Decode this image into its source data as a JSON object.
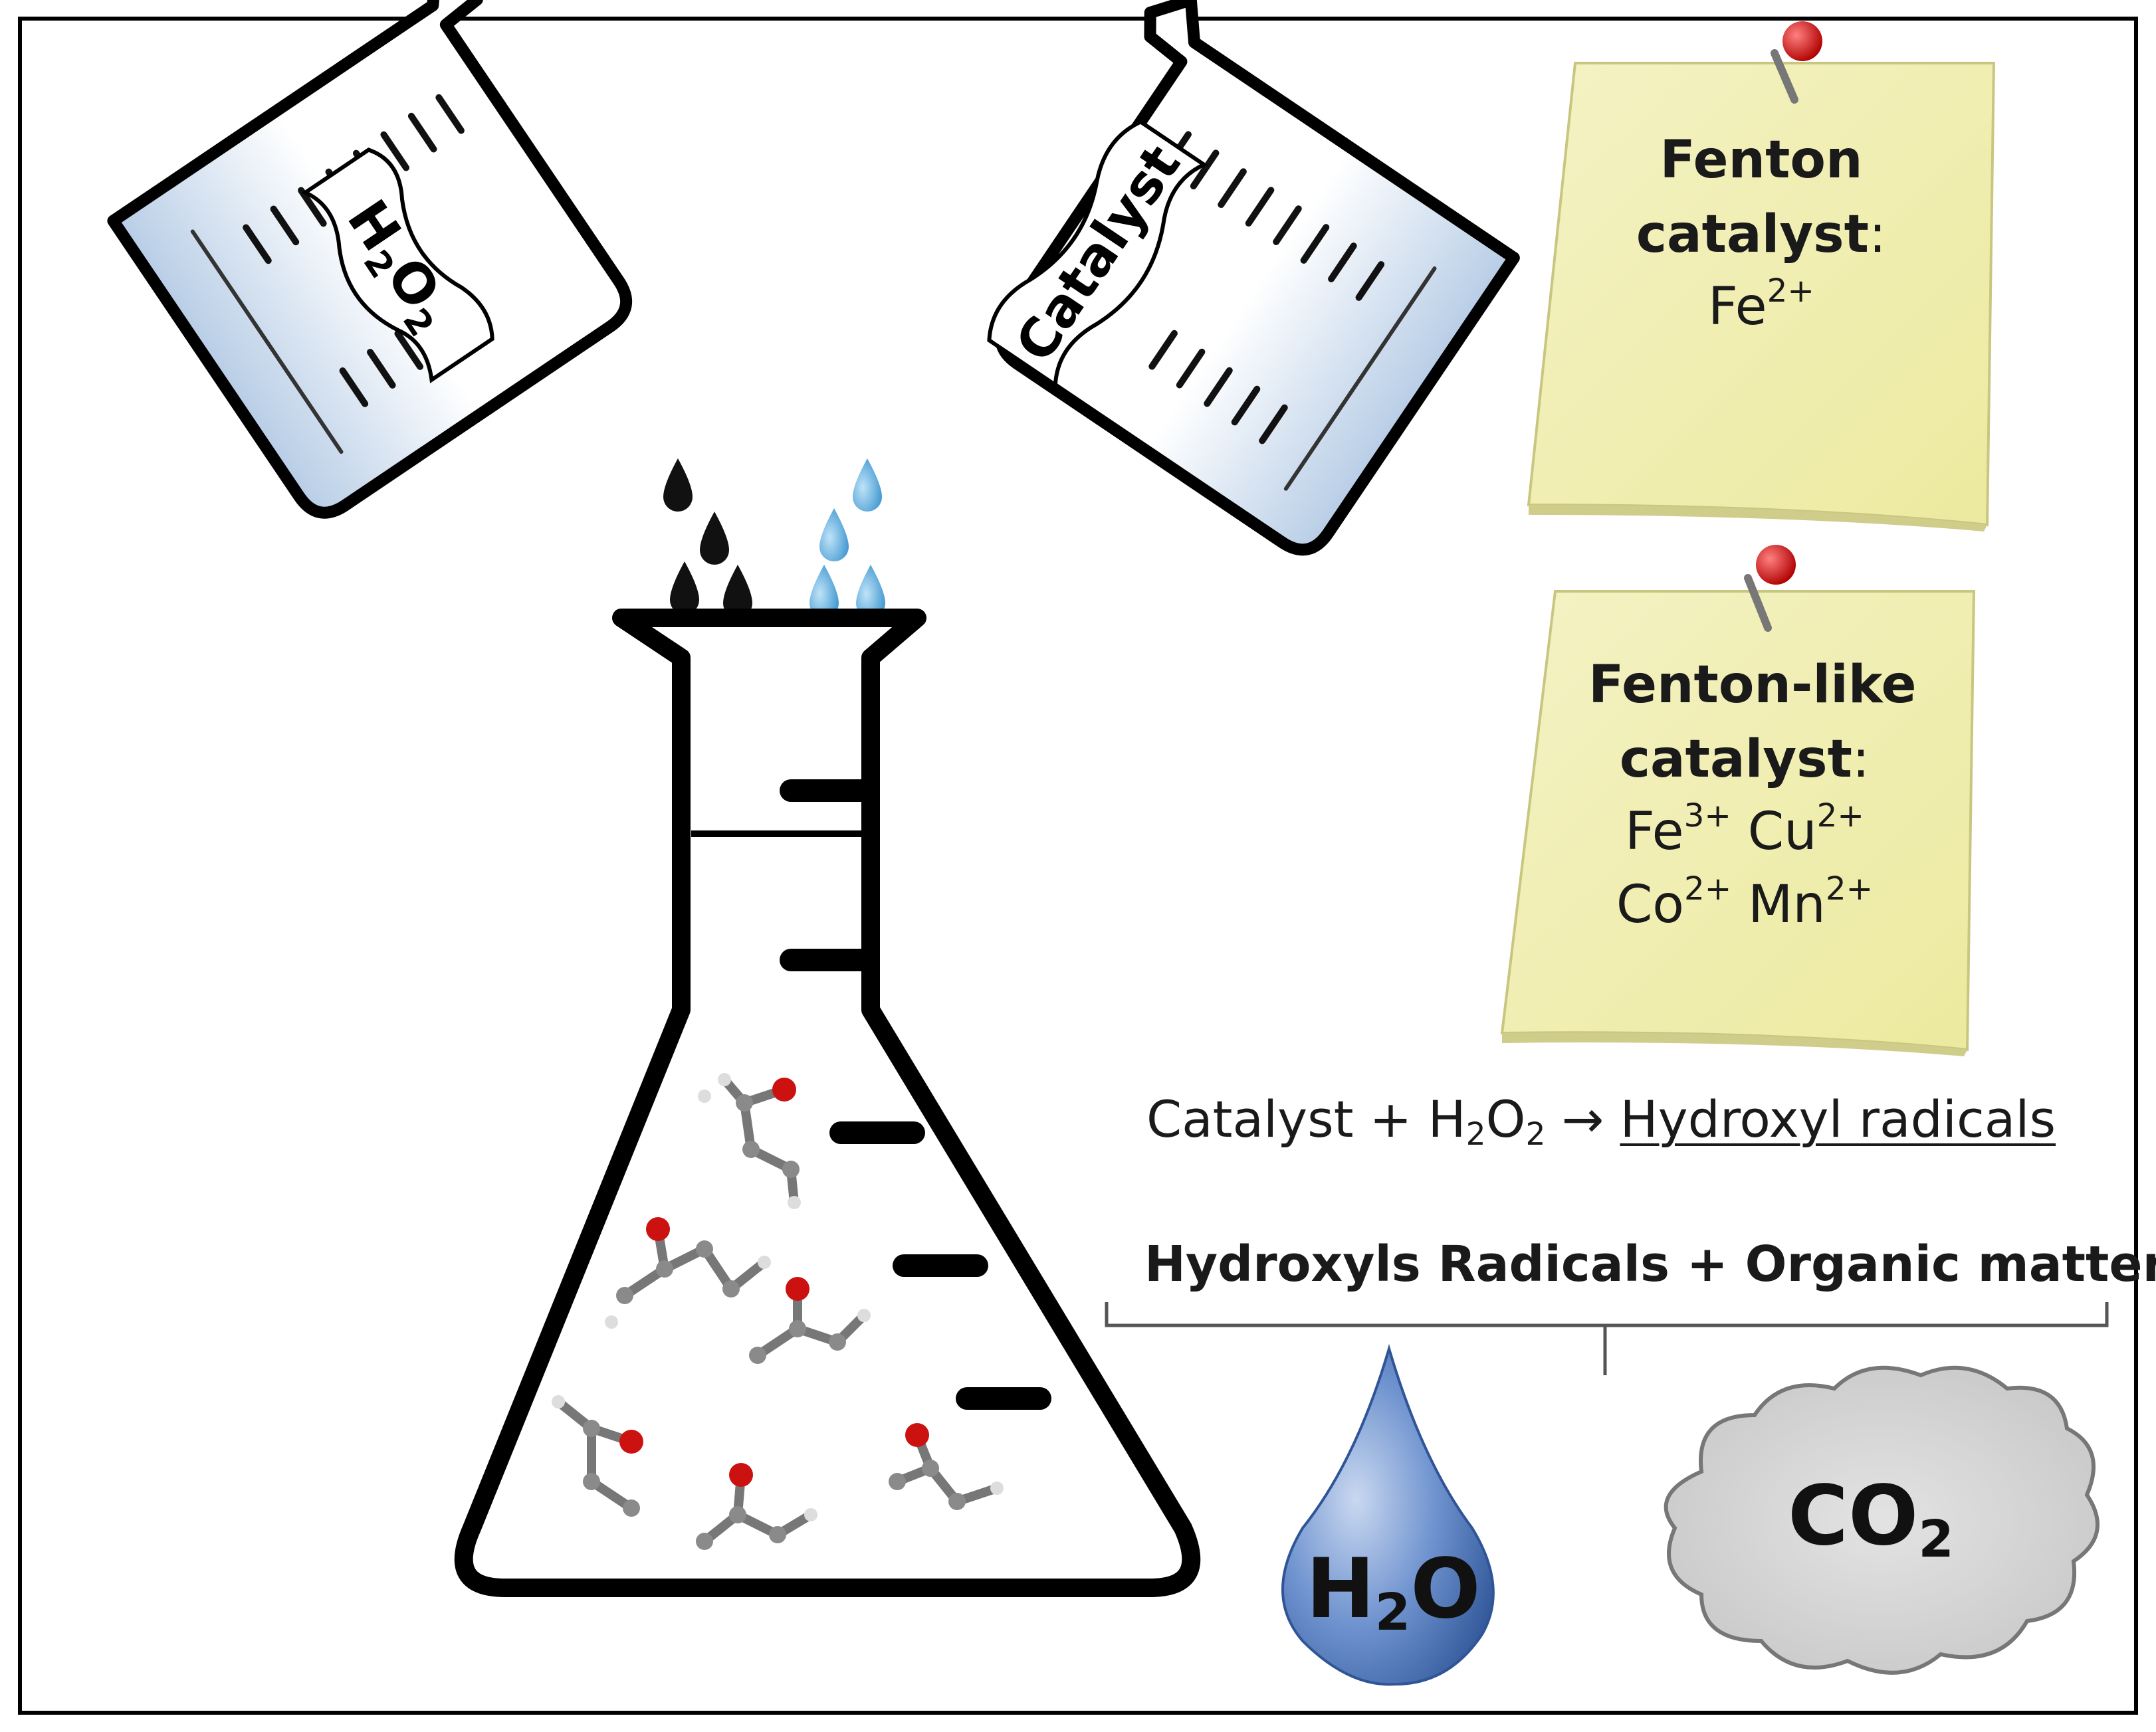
{
  "beaker_left": {
    "label_main": "H",
    "label_sub1": "2",
    "label_mid": "O",
    "label_sub2": "2"
  },
  "beaker_right": {
    "label": "Catalyst"
  },
  "note_fenton": {
    "title_line1": "Fenton",
    "title_line2": "catalyst",
    "colon": ":",
    "ion": "Fe",
    "ion_charge": "2+"
  },
  "note_fenton_like": {
    "title_line1": "Fenton-like",
    "title_line2": "catalyst",
    "colon": ":",
    "ions_row1": [
      {
        "symbol": "Fe",
        "charge": "3+"
      },
      {
        "symbol": "Cu",
        "charge": "2+"
      }
    ],
    "ions_row2": [
      {
        "symbol": "Co",
        "charge": "2+"
      },
      {
        "symbol": "Mn",
        "charge": "2+"
      }
    ]
  },
  "equation": {
    "reactant1": "Catalyst + H",
    "sub1": "2",
    "o": "O",
    "sub2": "2",
    "arrow": "→",
    "product": "Hydroxyl radicals"
  },
  "reaction2": {
    "text": "Hydroxyls Radicals + Organic matter"
  },
  "products": {
    "water": {
      "main": "H",
      "sub": "2",
      "tail": "O"
    },
    "co2": {
      "main": "CO",
      "sub": "2"
    }
  },
  "colors": {
    "outline": "#000000",
    "note_fill": "#f3f1b8",
    "pin_red": "#d21a1a",
    "drop_blue": "#5aa9d8",
    "drop_black": "#111111",
    "water_blue": "#4a72b8",
    "cloud_gray": "#d9d9d9",
    "oxygen_red": "#cc1111",
    "carbon_gray": "#8a8a8a"
  }
}
